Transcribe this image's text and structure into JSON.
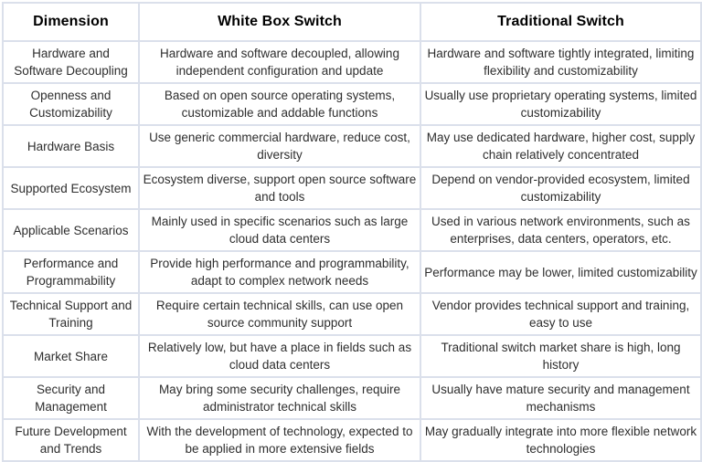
{
  "table": {
    "title": "White Box Switch vs Traditional Switch comparison table",
    "colors": {
      "border": "#dbe0eb",
      "header_text": "#000000",
      "body_text": "#2e2e2e",
      "background": "#ffffff"
    },
    "columns": [
      {
        "label": "Dimension"
      },
      {
        "label": "White Box Switch"
      },
      {
        "label": "Traditional Switch"
      }
    ],
    "rows": [
      {
        "dimension": "Hardware and Software Decoupling",
        "white_box": "Hardware and software decoupled, allowing independent configuration and update",
        "traditional": "Hardware and software tightly integrated, limiting flexibility and customizability"
      },
      {
        "dimension": "Openness and Customizability",
        "white_box": "Based on open source operating systems, customizable and addable functions",
        "traditional": "Usually use proprietary operating systems, limited customizability"
      },
      {
        "dimension": "Hardware Basis",
        "white_box": "Use generic commercial hardware, reduce cost, diversity",
        "traditional": "May use dedicated hardware, higher cost, supply chain relatively concentrated"
      },
      {
        "dimension": "Supported Ecosystem",
        "white_box": "Ecosystem diverse, support open source software and tools",
        "traditional": "Depend on vendor-provided ecosystem, limited customizability"
      },
      {
        "dimension": "Applicable Scenarios",
        "white_box": "Mainly used in specific scenarios such as large cloud data centers",
        "traditional": "Used in various network environments, such as enterprises, data centers, operators, etc."
      },
      {
        "dimension": "Performance and Programmability",
        "white_box": "Provide high performance and programmability, adapt to complex network needs",
        "traditional": "Performance may be lower, limited customizability"
      },
      {
        "dimension": "Technical Support and Training",
        "white_box": "Require certain technical skills, can use open source community support",
        "traditional": "Vendor provides technical support and training, easy to use"
      },
      {
        "dimension": "Market Share",
        "white_box": "Relatively low, but have a place in fields such as cloud data centers",
        "traditional": "Traditional switch market share is high, long history"
      },
      {
        "dimension": "Security and Management",
        "white_box": "May bring some security challenges, require administrator technical skills",
        "traditional": "Usually have mature security and management mechanisms"
      },
      {
        "dimension": "Future Development and Trends",
        "white_box": "With the development of technology, expected to be applied in more extensive fields",
        "traditional": "May gradually integrate into more flexible network technologies"
      }
    ]
  }
}
